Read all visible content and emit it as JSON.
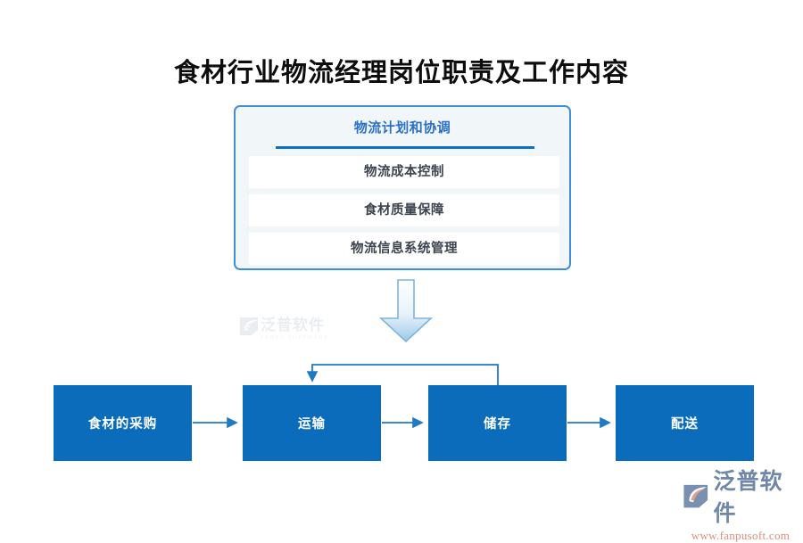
{
  "page": {
    "title": "食材行业物流经理岗位职责及工作内容",
    "background_color": "#ffffff"
  },
  "responsibility_card": {
    "header": "物流计划和协调",
    "header_color": "#2a6fc9",
    "border_color": "#3f8fd8",
    "fill_color": "#f1f6f9",
    "divider_color": "#0a72c4",
    "rows": [
      {
        "label": "物流成本控制"
      },
      {
        "label": "食材质量保障"
      },
      {
        "label": "物流信息系统管理"
      }
    ]
  },
  "flow_arrow": {
    "icon": "down-arrow-icon",
    "direction": "down",
    "border_color": "#6aa9dd",
    "gradient_from": "#ffffff",
    "gradient_to": "#9ec9e8"
  },
  "process_flow": {
    "box_color": "#0a6cba",
    "connector_color": "#1f7ac4",
    "boxes": [
      {
        "label": "食材的采购"
      },
      {
        "label": "运输"
      },
      {
        "label": "储存"
      },
      {
        "label": "配送"
      }
    ],
    "connectors": [
      {
        "from": "食材的采购",
        "to": "运输",
        "type": "straight"
      },
      {
        "from": "运输",
        "to": "储存",
        "type": "straight"
      },
      {
        "from": "储存",
        "to": "配送",
        "type": "straight"
      },
      {
        "from": "储存",
        "to": "运输",
        "type": "feedback-loop"
      }
    ]
  },
  "watermark": {
    "brand_cn": "泛普软件",
    "brand_en": "FANPU SOFTWARE",
    "mark_color": "#7d93b3"
  },
  "logo": {
    "brand_cn": "泛普软件",
    "url": "www.fanpusoft.com",
    "mark_color": "#6f87a8",
    "accent_color": "#e0a08c"
  }
}
